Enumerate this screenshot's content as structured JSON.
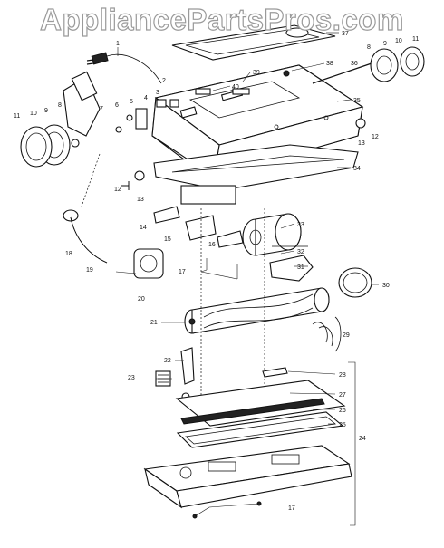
{
  "watermark": "AppliancePartsPros.com",
  "part_numbers": [
    "1",
    "2",
    "3",
    "4",
    "5",
    "6",
    "7",
    "8",
    "9",
    "10",
    "11",
    "12",
    "13",
    "14",
    "15",
    "16",
    "17",
    "18",
    "19",
    "20",
    "21",
    "22",
    "23",
    "24",
    "25",
    "26",
    "27",
    "28",
    "29",
    "30",
    "31",
    "32",
    "33",
    "34",
    "35",
    "36",
    "37",
    "38",
    "39",
    "40"
  ],
  "labels": {
    "l1": "1",
    "l2": "2",
    "l3": "3",
    "l4": "4",
    "l5": "5",
    "l6": "6",
    "l7": "7",
    "l8a": "8",
    "l8b": "8",
    "l9a": "9",
    "l9b": "9",
    "l10a": "10",
    "l10b": "10",
    "l11a": "11",
    "l11b": "11",
    "l12a": "12",
    "l12b": "12",
    "l13a": "13",
    "l13b": "13",
    "l14": "14",
    "l15": "15",
    "l16": "16",
    "l17a": "17",
    "l17b": "17",
    "l18": "18",
    "l19": "19",
    "l20": "20",
    "l21": "21",
    "l22": "22",
    "l23": "23",
    "l24": "24",
    "l25": "25",
    "l26": "26",
    "l27": "27",
    "l28": "28",
    "l29": "29",
    "l30": "30",
    "l31": "31",
    "l32": "32",
    "l33": "33",
    "l34": "34",
    "l35": "35",
    "l36": "36",
    "l37": "37",
    "l38": "38",
    "l39": "39",
    "l40": "40"
  }
}
